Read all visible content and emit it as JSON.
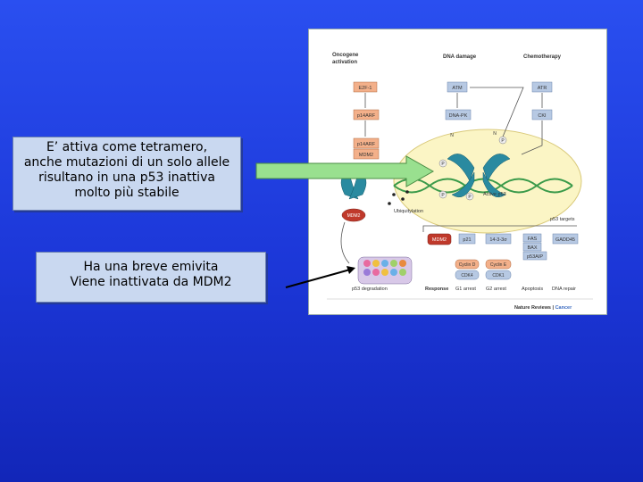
{
  "callouts": {
    "tetramer": {
      "lines": [
        "E’ attiva come tetramero,",
        "anche mutazioni di un solo allele",
        "risultano in una p53 inattiva",
        "molto più stabile"
      ]
    },
    "halflife": {
      "lines": [
        "Ha una breve emivita",
        "Viene inattivata da MDM2"
      ]
    }
  },
  "figure": {
    "headers": {
      "oncogene_line1": "Oncogene",
      "oncogene_line2": "activation",
      "dna_damage": "DNA damage",
      "chemotherapy": "Chemotherapy"
    },
    "boxes": {
      "e2f1": "E2F-1",
      "atm": "ATM",
      "atr": "ATR",
      "p14arf_top": "p14ARF",
      "dnapk": "DNA-PK",
      "chk1": "CKI",
      "p14arf_mid": "p14ARF",
      "mdm2_small": "MDM2",
      "mdm2_nucleus": "MDM2",
      "mdm2_target": "MDM2",
      "p21": "p21",
      "sigma": "14-3-3σ",
      "fas": "FAS",
      "bax": "BAX",
      "p53aip": "p53AIP",
      "gadd45": "GADD45",
      "cyclin_d": "Cyclin D",
      "cdk4": "CDK4",
      "cyclin_e": "Cyclin E",
      "cdk1": "CDK1"
    },
    "labels": {
      "p1": "P",
      "p2": "P",
      "p3": "P",
      "p4": "P",
      "n1": "N",
      "n2": "N",
      "active_p53": "Active p53",
      "ubiquitylation": "Ubiquitylation",
      "p53_targets": "p53 targets",
      "p53_degradation": "p53 degradation",
      "response": "Response",
      "g1_arrest": "G1 arrest",
      "g2_arrest": "G2 arrest",
      "apoptosis": "Apoptosis",
      "dna_repair": "DNA repair"
    },
    "credit": {
      "journal": "Nature Reviews",
      "separator": " | ",
      "section": "Cancer"
    }
  },
  "colors": {
    "background": "#1c37d8",
    "callout": "#c9d8f0",
    "arrow_fill": "#99e08f",
    "nucleus": "#fbf5c5",
    "box_orange": "#f3b08a",
    "box_blue": "#b7c9e3",
    "mdm2": "#c0392b",
    "protein": "#2a8aa0"
  }
}
